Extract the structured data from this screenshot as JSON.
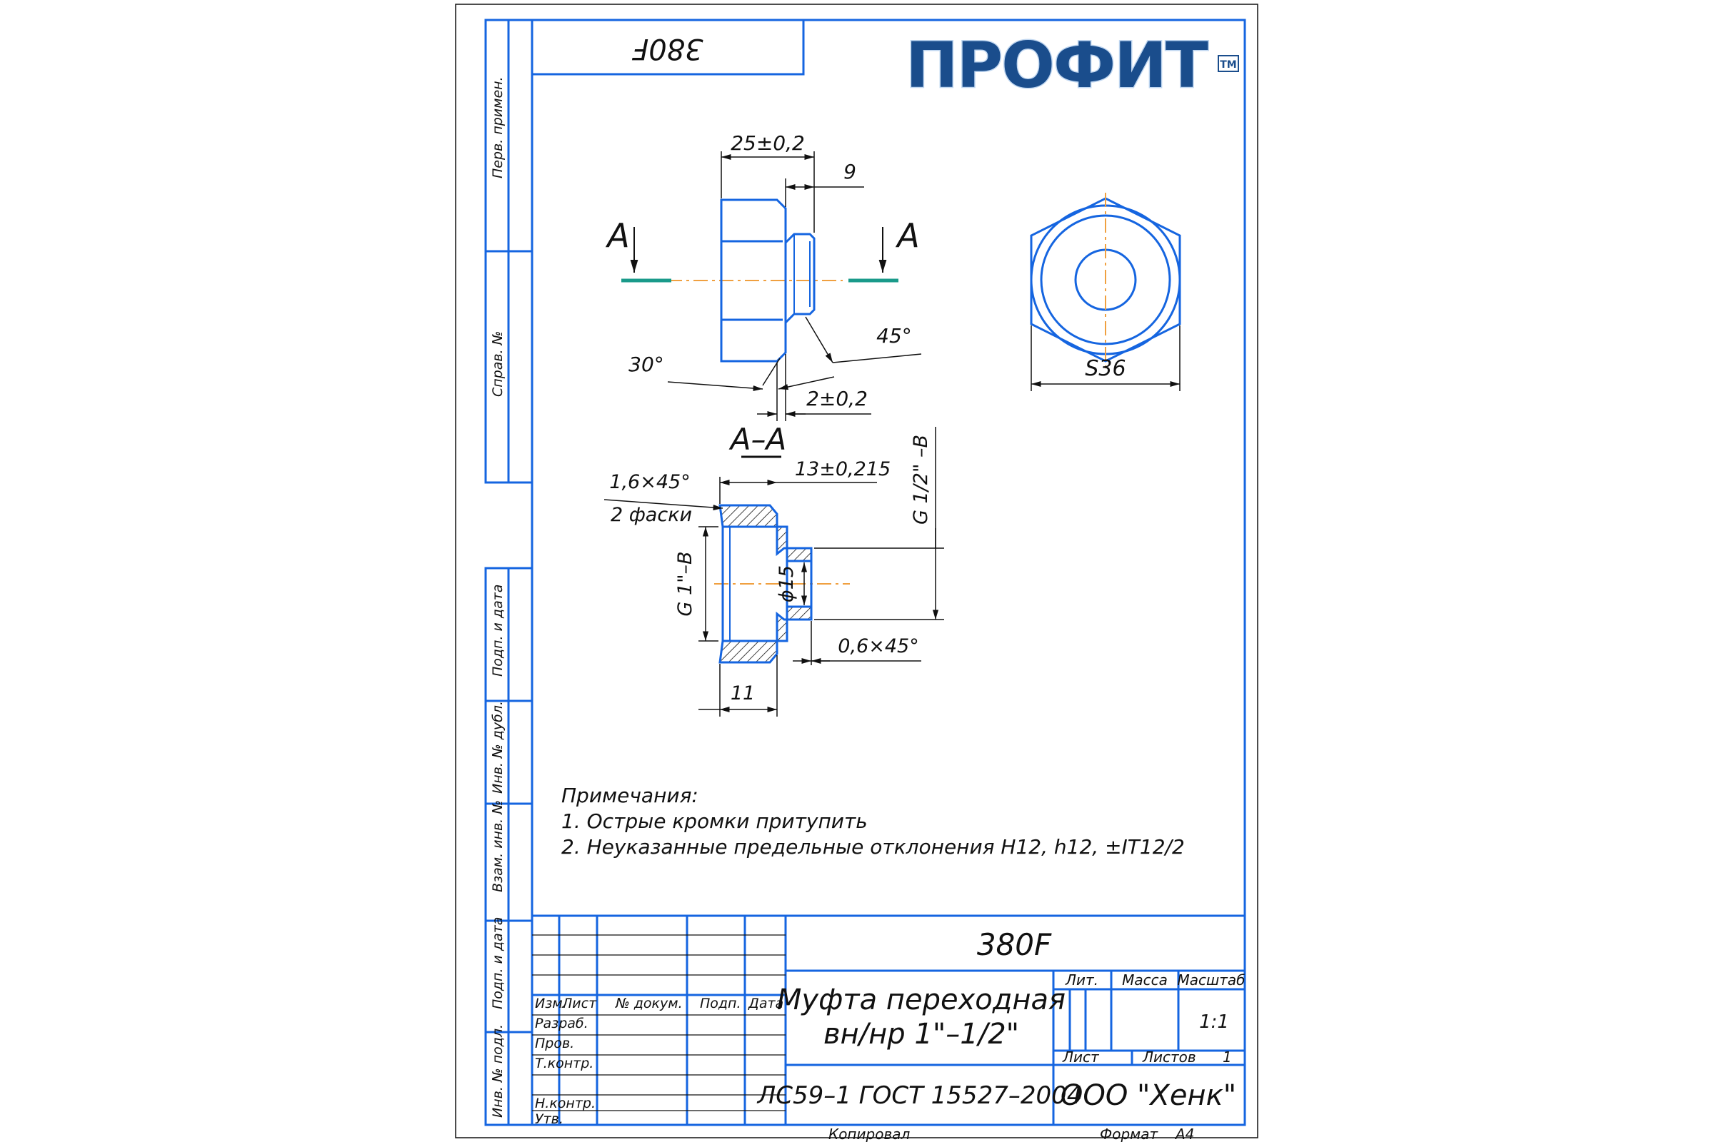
{
  "colors": {
    "frame": "#1565e0",
    "ink": "#111111",
    "center_line": "#f0a040",
    "section_marker": "#1a9a8a",
    "logo_fill": "#1a4d8c"
  },
  "logo": {
    "text": "ПРОФИТ",
    "tm": "TM"
  },
  "stamp_rotated": "380F",
  "side_labels": {
    "perv_primen": "Перв. примен.",
    "sprav_no": "Справ. №",
    "podp_i_data_1": "Подп. и дата",
    "inv_no_dubl": "Инв. № дубл.",
    "vzam_inv_no": "Взам. инв. №",
    "podp_i_data_2": "Подп. и дата",
    "inv_no_podl": "Инв. № подл."
  },
  "view_top": {
    "dim_length": "25±0,2",
    "dim_thread_len": "9",
    "dim_angle_45": "45°",
    "dim_angle_30": "30°",
    "dim_gap": "2±0,2",
    "section_letter_left": "А",
    "section_letter_right": "А"
  },
  "view_hex": {
    "dim_s": "S36"
  },
  "section": {
    "title": "А–А",
    "chamfer_note": "1,6×45°",
    "chamfer_count": "2 фаски",
    "dim_overall": "13±0,215",
    "thread_big": "G 1\"–B",
    "thread_small": "G 1/2\" –B",
    "dim_bore": "ϕ15",
    "chamfer_small": "0,6×45°",
    "dim_11": "11"
  },
  "notes": {
    "heading": "Примечания:",
    "items": [
      "1. Острые кромки притупить",
      "2. Неуказанные предельные отклонения H12, h12, ±IT12/2"
    ]
  },
  "title_block": {
    "designation": "380F",
    "name_line1": "Муфта переходная",
    "name_line2": "вн/нр 1\"–1/2\"",
    "material": "ЛС59–1 ГОСТ 15527–2004",
    "company": "ООО \"Хенк\"",
    "col_izm": "Изм.",
    "col_list": "Лист",
    "col_doc": "№ докум.",
    "col_podp": "Подп.",
    "col_data": "Дата",
    "row_razrab": "Разраб.",
    "row_prov": "Пров.",
    "row_tkontr": "Т.контр.",
    "row_nkontr": "Н.контр.",
    "row_utv": "Утв.",
    "lit": "Лит.",
    "massa": "Масса",
    "masshtab": "Масштаб",
    "scale_value": "1:1",
    "list_label": "Лист",
    "listov_label": "Листов",
    "listov_value": "1",
    "kopiroval": "Копировал",
    "format_label": "Формат",
    "format_value": "А4"
  }
}
